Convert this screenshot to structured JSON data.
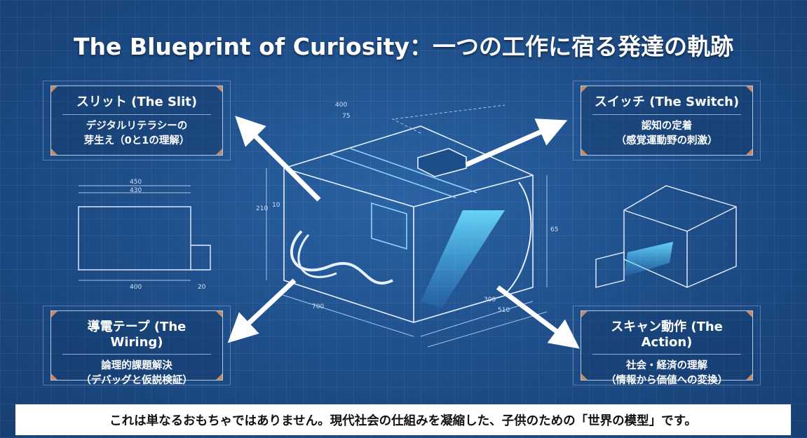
{
  "title": "The Blueprint of Curiosity：一つの工作に宿る発達の軌跡",
  "cards": [
    {
      "heading": "スリット (The Slit)",
      "line1": "デジタルリテラシーの",
      "line2": "芽生え（0と1の理解）"
    },
    {
      "heading": "スイッチ (The Switch)",
      "line1": "認知の定着",
      "line2": "（感覚運動野の刺激）"
    },
    {
      "heading": "導電テープ (The Wiring)",
      "line1": "論理的課題解決",
      "line2": "（デバッグと仮説検証）"
    },
    {
      "heading": "スキャン動作 (The Action)",
      "line1": "社会・経済の理解",
      "line2": "（情報から価値への変換）"
    }
  ],
  "dimensions": {
    "top": "400",
    "top_inner": "75",
    "height": "210",
    "height_inner": "10",
    "right_height": "65",
    "depth": "300",
    "depth_outer": "510",
    "width": "700",
    "side_top": "450",
    "side_top2": "430",
    "side_bottom": "400",
    "side_bottom2": "20"
  },
  "caption": "これは単なるおもちゃではありません。現代社会の仕組みを凝縮した、子供のための「世界の模型」です。"
}
